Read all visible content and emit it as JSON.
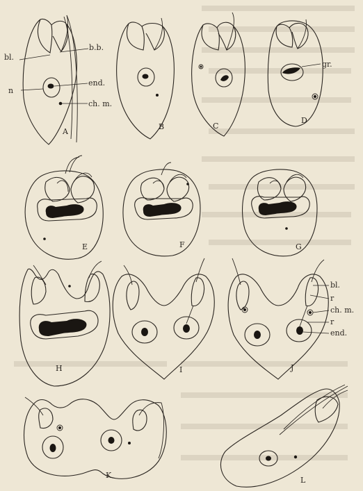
{
  "figure_labels": [
    "A",
    "B",
    "C",
    "D",
    "E",
    "F",
    "G",
    "H",
    "I",
    "J",
    "K",
    "L"
  ],
  "annotations": {
    "A": [
      "bl.",
      "b.b.",
      "n",
      "end.",
      "ch. m."
    ],
    "D": [
      "gr."
    ],
    "J": [
      "bl.",
      "r",
      "ch. m.",
      "r",
      "end."
    ]
  },
  "colors": {
    "paper": "#eee7d5",
    "ink": "#2a2520"
  }
}
